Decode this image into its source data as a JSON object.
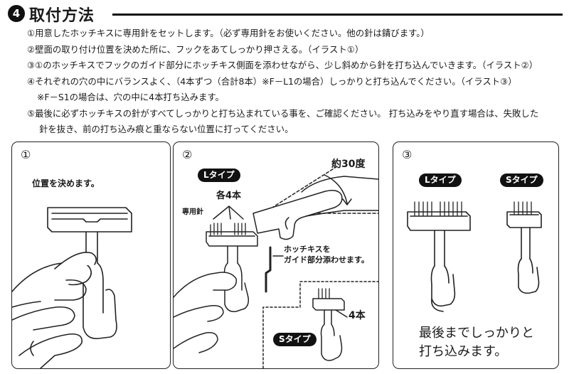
{
  "header": {
    "step_number": "4",
    "title": "取付方法"
  },
  "instructions": [
    "①用意したホッチキスに専用針をセットします。（必ず専用針をお使いください。他の針は錆びます。）",
    "②壁面の取り付け位置を決めた所に、フックをあてしっかり押さえる。（イラスト①）",
    "③①のホッチキスでフックのガイド部分にホッチキス側面を添わせながら、少し斜めから針を打ち込んでいきます。（イラスト②）",
    "④それぞれの穴の中にバランスよく、（4本ずつ（合計8本）※F－L1の場合）しっかりと打ち込んでください。（イラスト③）",
    "※F－S1の場合は、穴の中に4本打ち込みます。",
    "⑤最後に必ずホッチキスの針がすべてしっかりと打ち込まれている事を、ご確認ください。 打ち込みをやり直す場合は、失敗した",
    "針を抜き、前の打ち込み痕と重ならない位置に打ってください。"
  ],
  "panel1": {
    "number": "①",
    "caption": "位置を決めます。"
  },
  "panel2": {
    "number": "②",
    "l_type": "Lタイプ",
    "each_four": "各4本",
    "staple_label": "専用針",
    "angle": "約30度",
    "guide_note_line1": "ホッチキスを",
    "guide_note_line2": "ガイド部分添わせます。",
    "s_type": "Sタイプ",
    "four": "4本"
  },
  "panel3": {
    "number": "③",
    "l_type": "Lタイプ",
    "s_type": "Sタイプ",
    "final_line1": "最後までしっかりと",
    "final_line2": "打ち込みます。"
  }
}
